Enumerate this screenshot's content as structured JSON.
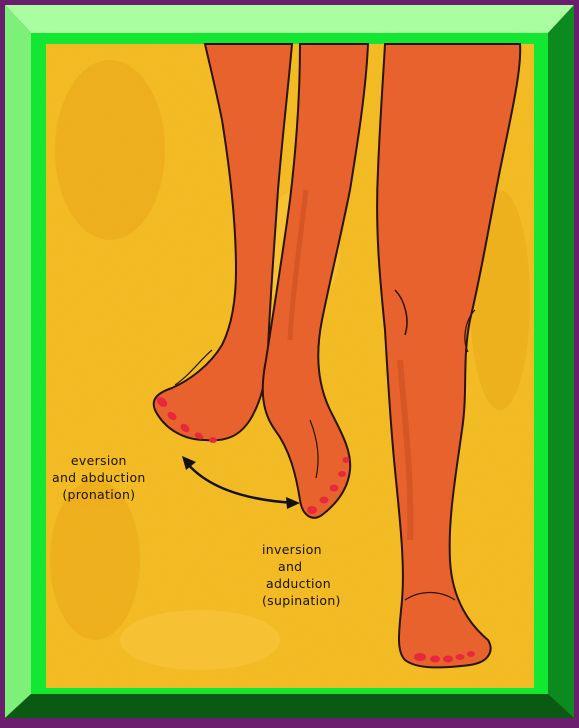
{
  "colors": {
    "outer_background": "#6a1f6e",
    "frame_green": "#10e830",
    "frame_light": "#a9ffa0",
    "frame_dark": "#0a5a14",
    "panel_yellow": "#f0b81c",
    "skin": "#e8622e",
    "skin_shadow": "#c44a1c",
    "toenail": "#e8283c",
    "outline": "#2a1408"
  },
  "labels": {
    "eversion": {
      "line1": "eversion",
      "line2": "and abduction",
      "line3": "(pronation)"
    },
    "inversion": {
      "line1": "inversion",
      "line2": "and",
      "line3": "adduction",
      "line4": "(supination)"
    }
  }
}
